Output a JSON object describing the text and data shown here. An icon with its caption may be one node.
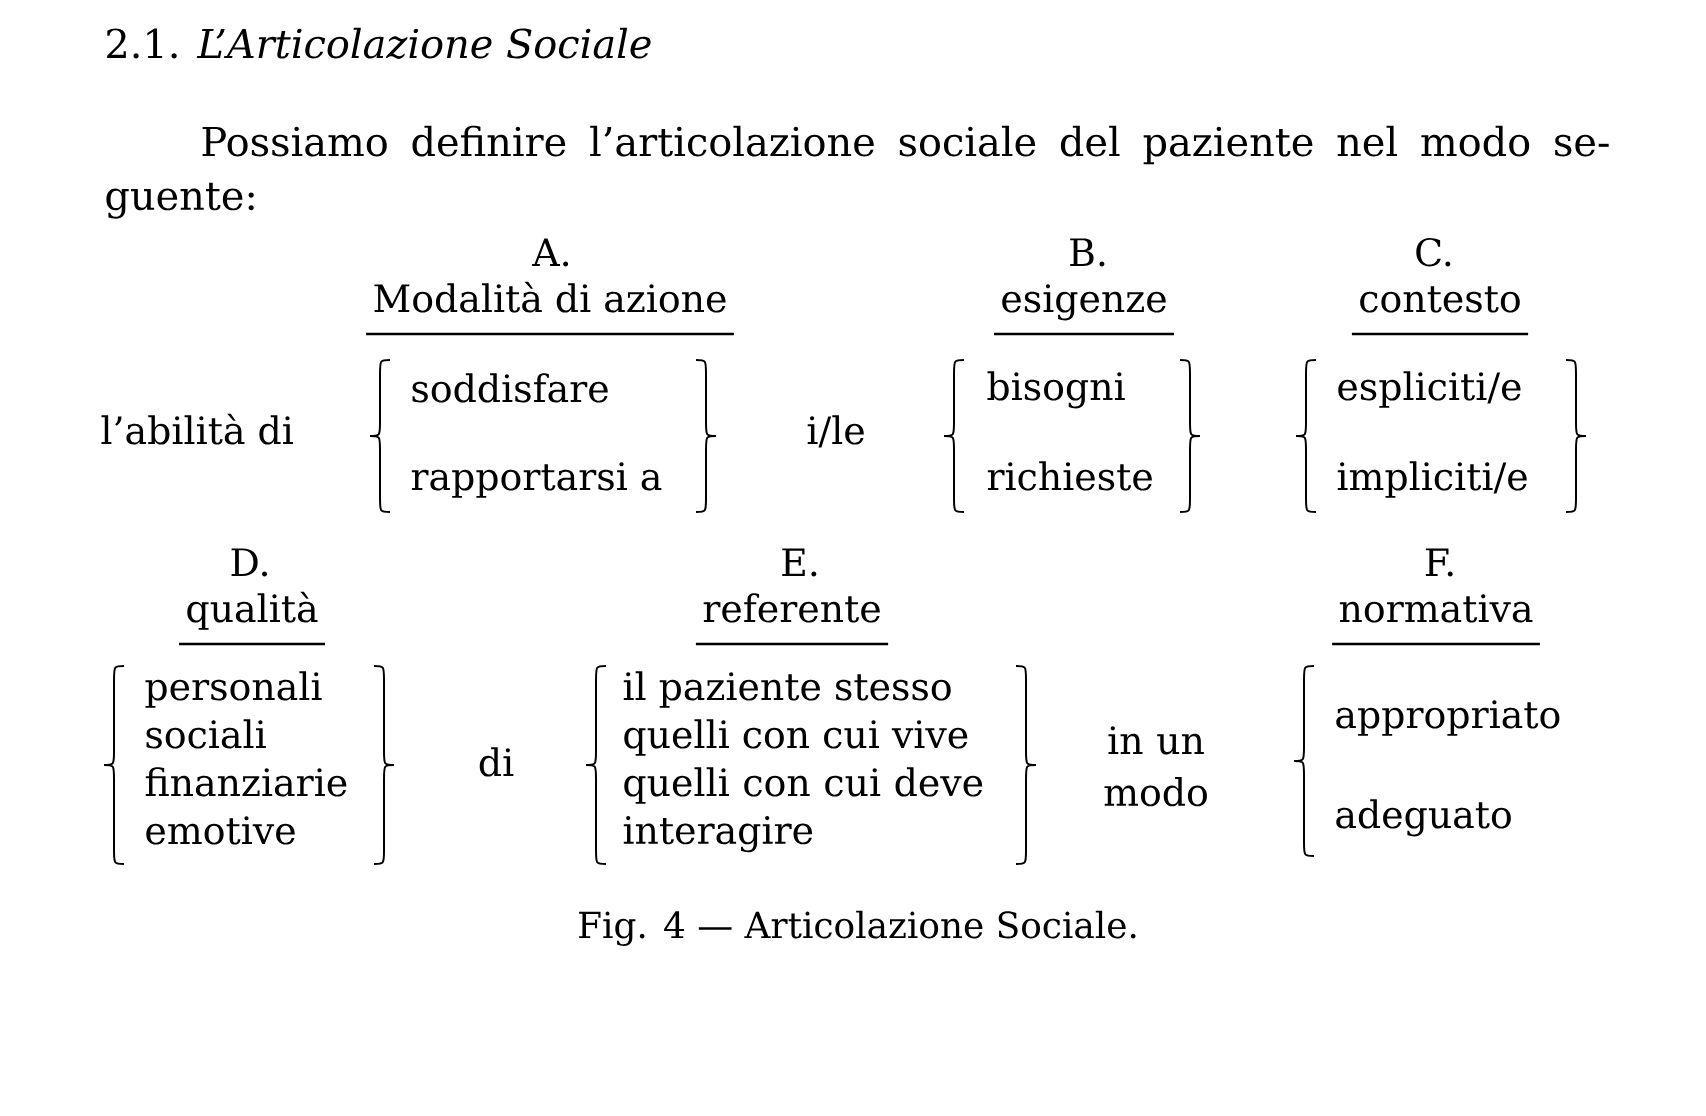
{
  "diagram": {
    "title": "2.1. *L’Articolazione Sociale*",
    "caption": "Fig. 4 — Articolazione Sociale.",
    "labels": [
      "Possiamo definire l’articolazione sociale del paziente nel modo se- guente:",
      "A.",
      "Modalità di azione",
      "B.",
      "esigenze",
      "C.",
      "contesto",
      "l’abilità di",
      "soddisfare",
      "rapportarsi a",
      "i/le",
      "bisogni",
      "richieste",
      "espliciti/e",
      "impliciti/e",
      "D.",
      "qualità",
      "E.",
      "referente",
      "F.",
      "normativa",
      "personali",
      "sociali",
      "finanziarie",
      "emotive",
      "di",
      "il paziente stesso",
      "quelli con cui vive",
      "quelli con cui deve interagire",
      "in un modo",
      "appropriato",
      "adeguato"
    ]
  }
}
